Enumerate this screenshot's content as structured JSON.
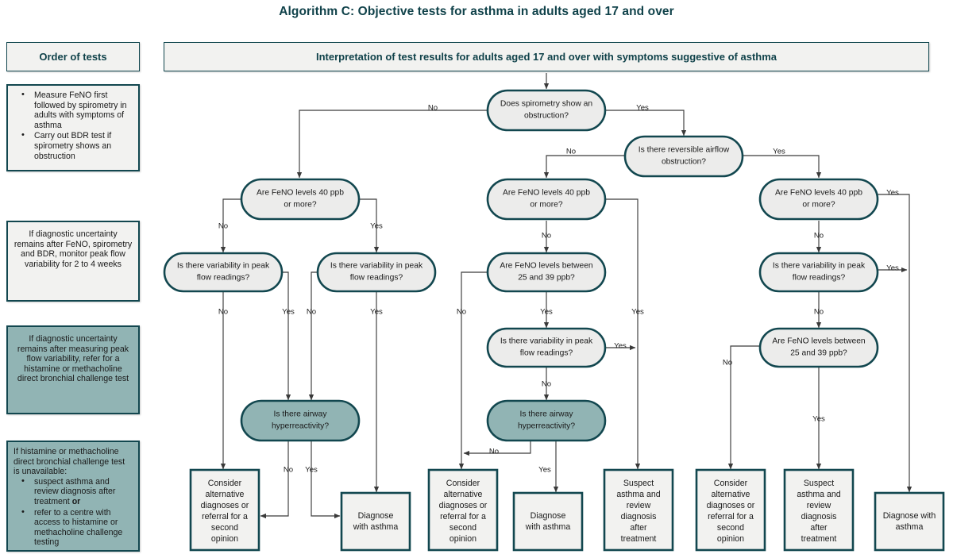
{
  "title": "Algorithm C: Objective tests for asthma in adults aged 17 and over",
  "sidebar": {
    "header": "Order of tests",
    "steps": [
      {
        "id": "step-1",
        "style": "light",
        "bullets": [
          "Measure FeNO first followed by spirometry in adults with symptoms of asthma",
          "Carry out BDR test if spirometry shows an obstruction"
        ]
      },
      {
        "id": "step-2",
        "style": "light",
        "text": "If diagnostic uncertainty remains after FeNO, spirometry and BDR, monitor peak flow variability for 2 to 4 weeks"
      },
      {
        "id": "step-3",
        "style": "teal",
        "text": "If diagnostic uncertainty remains after measuring peak flow variability, refer for a histamine or methacholine direct bronchial challenge test"
      },
      {
        "id": "step-4",
        "style": "teal",
        "intro": "If  histamine or methacholine direct bronchial challenge test is unavailable:",
        "bullets": [
          "suspect asthma and review diagnosis after treatment or",
          "refer to a centre with access to histamine or methacholine challenge testing"
        ]
      }
    ]
  },
  "main": {
    "header": "Interpretation of test results for adults aged 17 and over with symptoms suggestive of asthma"
  },
  "colors": {
    "accent": "#12474f",
    "teal_fill": "#91b4b4",
    "node_fill": "#ececeb",
    "box_fill": "#f2f2f0",
    "title": "#10424a",
    "edge": "#3a3a3a"
  },
  "chart_data": {
    "type": "diagram",
    "diagram_kind": "decision-flowchart",
    "nodes": [
      {
        "id": "n1",
        "kind": "decision",
        "fill": "light",
        "text": "Does spirometry show an obstruction?"
      },
      {
        "id": "n2",
        "kind": "decision",
        "fill": "light",
        "text": "Is there reversible airflow obstruction?"
      },
      {
        "id": "L1",
        "kind": "decision",
        "fill": "light",
        "text": "Are FeNO levels 40 ppb or more?"
      },
      {
        "id": "L2",
        "kind": "decision",
        "fill": "light",
        "text": "Is there variability in peak flow readings?"
      },
      {
        "id": "L3",
        "kind": "decision",
        "fill": "light",
        "text": "Is there variability in peak flow readings?"
      },
      {
        "id": "L4",
        "kind": "decision",
        "fill": "teal",
        "text": "Is there airway hyperreactivity?"
      },
      {
        "id": "LB1",
        "kind": "outcome",
        "text": "Consider alternative diagnoses or referral for a second opinion"
      },
      {
        "id": "LB2",
        "kind": "outcome",
        "text": "Diagnose with asthma"
      },
      {
        "id": "M1",
        "kind": "decision",
        "fill": "light",
        "text": "Are FeNO levels 40 ppb or more?"
      },
      {
        "id": "M2",
        "kind": "decision",
        "fill": "light",
        "text": "Are FeNO levels between 25 and 39 ppb?"
      },
      {
        "id": "M3",
        "kind": "decision",
        "fill": "light",
        "text": "Is there variability in peak flow readings?"
      },
      {
        "id": "M4",
        "kind": "decision",
        "fill": "teal",
        "text": "Is there airway hyperreactivity?"
      },
      {
        "id": "MB1",
        "kind": "outcome",
        "text": "Consider alternative diagnoses or referral for a second opinion"
      },
      {
        "id": "MB2",
        "kind": "outcome",
        "text": "Diagnose with asthma"
      },
      {
        "id": "MB3",
        "kind": "outcome",
        "text": "Suspect asthma and review diagnosis after treatment"
      },
      {
        "id": "R1",
        "kind": "decision",
        "fill": "light",
        "text": "Are FeNO levels 40 ppb or more?"
      },
      {
        "id": "R2",
        "kind": "decision",
        "fill": "light",
        "text": "Is there variability in peak flow readings?"
      },
      {
        "id": "R3",
        "kind": "decision",
        "fill": "light",
        "text": "Are FeNO levels between 25 and 39 ppb?"
      },
      {
        "id": "RB1",
        "kind": "outcome",
        "text": "Consider alternative diagnoses or referral for a second opinion"
      },
      {
        "id": "RB2",
        "kind": "outcome",
        "text": "Suspect asthma and review diagnosis after treatment"
      },
      {
        "id": "RB3",
        "kind": "outcome",
        "text": "Diagnose with asthma"
      }
    ],
    "edges": [
      {
        "from": "start",
        "to": "n1",
        "label": ""
      },
      {
        "from": "n1",
        "to": "L1",
        "label": "No"
      },
      {
        "from": "n1",
        "to": "n2",
        "label": "Yes"
      },
      {
        "from": "n2",
        "to": "M1",
        "label": "No"
      },
      {
        "from": "n2",
        "to": "R1",
        "label": "Yes"
      },
      {
        "from": "L1",
        "to": "L2",
        "label": "No"
      },
      {
        "from": "L1",
        "to": "L3",
        "label": "Yes"
      },
      {
        "from": "L2",
        "to": "LB1",
        "label": "No"
      },
      {
        "from": "L2",
        "to": "L4",
        "label": "Yes"
      },
      {
        "from": "L3",
        "to": "L4",
        "label": "No"
      },
      {
        "from": "L3",
        "to": "LB2",
        "label": "Yes"
      },
      {
        "from": "L4",
        "to": "LB1",
        "label": "No"
      },
      {
        "from": "L4",
        "to": "LB2",
        "label": "Yes"
      },
      {
        "from": "M1",
        "to": "M2",
        "label": "No"
      },
      {
        "from": "M1",
        "to": "MB3",
        "label": "Yes"
      },
      {
        "from": "M2",
        "to": "MB1",
        "label": "No"
      },
      {
        "from": "M2",
        "to": "M3",
        "label": "Yes"
      },
      {
        "from": "M3",
        "to": "MB3",
        "label": "Yes"
      },
      {
        "from": "M3",
        "to": "M4",
        "label": "No"
      },
      {
        "from": "M4",
        "to": "MB1",
        "label": "No"
      },
      {
        "from": "M4",
        "to": "MB2",
        "label": "Yes"
      },
      {
        "from": "R1",
        "to": "R2",
        "label": "No"
      },
      {
        "from": "R1",
        "to": "RB3",
        "label": "Yes"
      },
      {
        "from": "R2",
        "to": "R3",
        "label": "No"
      },
      {
        "from": "R2",
        "to": "RB3",
        "label": "Yes"
      },
      {
        "from": "R3",
        "to": "RB1",
        "label": "No"
      },
      {
        "from": "R3",
        "to": "RB2",
        "label": "Yes"
      }
    ]
  },
  "labels": {
    "yes": "Yes",
    "no": "No"
  },
  "nodes": {
    "n1": "Does spirometry show an obstruction?",
    "n2": "Is there reversible airflow obstruction?",
    "feno40": "Are FeNO levels 40 ppb or more?",
    "peakflow": "Is there variability in peak flow readings?",
    "feno25": "Are FeNO levels between 25 and 39 ppb?",
    "airway": "Is there airway hyperreactivity?",
    "consider": "Consider alternative diagnoses or referral for a second opinion",
    "diagnose": "Diagnose with asthma",
    "suspect": "Suspect asthma and review diagnosis after treatment"
  }
}
